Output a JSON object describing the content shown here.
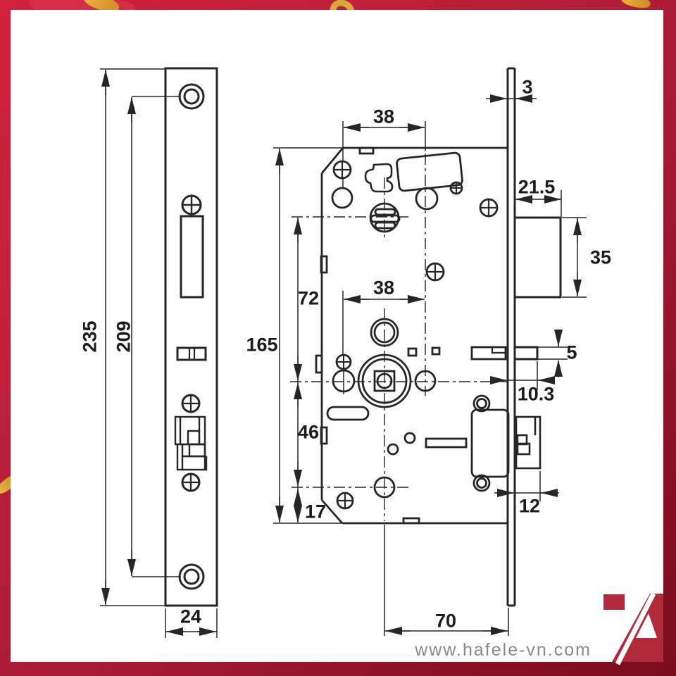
{
  "drawing": {
    "title": "mortise-lock-technical-drawing",
    "dims": {
      "faceplate_height": "235",
      "hole_spacing": "209",
      "faceplate_width": "24",
      "case_height": "165",
      "top_hole_spacing": "38",
      "hub_hole_spacing": "38",
      "cylinder_to_hub": "72",
      "hub_to_bottom_hole": "46",
      "bottom_margin": "17",
      "backset": "70",
      "plate_thickness": "3",
      "latch_projection": "21.5",
      "latch_height": "35",
      "tab_height": "5",
      "tab_projection": "10.3",
      "bolt_projection": "12"
    }
  },
  "footer": {
    "website": "www.hafele-vn.com"
  },
  "colors": {
    "border_red_top": "#c8203c",
    "border_red_bottom": "#7a0c1d",
    "logo_red": "#b02a3b",
    "line_color": "#262626",
    "dim_text": "#1c1c1c",
    "website_gray": "#8a8a8a",
    "confetti_gold": "#e0a83e"
  }
}
